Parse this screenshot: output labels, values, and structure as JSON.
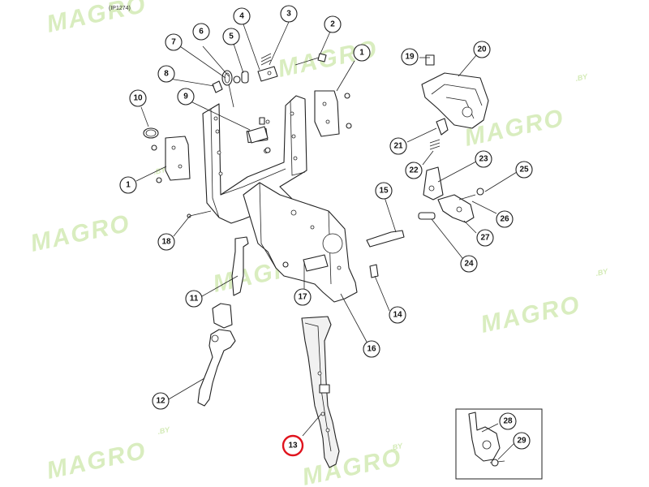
{
  "diagram": {
    "reference_code": "(IP1274)",
    "highlighted_callout": "13",
    "highlight_color": "#e0141e",
    "watermark": {
      "text": "MAGRO",
      "suffix": ".BY",
      "color": "#c9e6a4"
    },
    "callouts": [
      {
        "id": "c1a",
        "label": "1"
      },
      {
        "id": "c1b",
        "label": "1"
      },
      {
        "id": "c2",
        "label": "2"
      },
      {
        "id": "c3",
        "label": "3"
      },
      {
        "id": "c4",
        "label": "4"
      },
      {
        "id": "c5",
        "label": "5"
      },
      {
        "id": "c6",
        "label": "6"
      },
      {
        "id": "c7",
        "label": "7"
      },
      {
        "id": "c8",
        "label": "8"
      },
      {
        "id": "c9",
        "label": "9"
      },
      {
        "id": "c10",
        "label": "10"
      },
      {
        "id": "c11",
        "label": "11"
      },
      {
        "id": "c12",
        "label": "12"
      },
      {
        "id": "c13",
        "label": "13"
      },
      {
        "id": "c14",
        "label": "14"
      },
      {
        "id": "c15",
        "label": "15"
      },
      {
        "id": "c16",
        "label": "16"
      },
      {
        "id": "c17",
        "label": "17"
      },
      {
        "id": "c18",
        "label": "18"
      },
      {
        "id": "c19",
        "label": "19"
      },
      {
        "id": "c20",
        "label": "20"
      },
      {
        "id": "c21",
        "label": "21"
      },
      {
        "id": "c22",
        "label": "22"
      },
      {
        "id": "c23",
        "label": "23"
      },
      {
        "id": "c24",
        "label": "24"
      },
      {
        "id": "c25",
        "label": "25"
      },
      {
        "id": "c26",
        "label": "26"
      },
      {
        "id": "c27",
        "label": "27"
      },
      {
        "id": "c28",
        "label": "28"
      },
      {
        "id": "c29",
        "label": "29"
      }
    ]
  }
}
